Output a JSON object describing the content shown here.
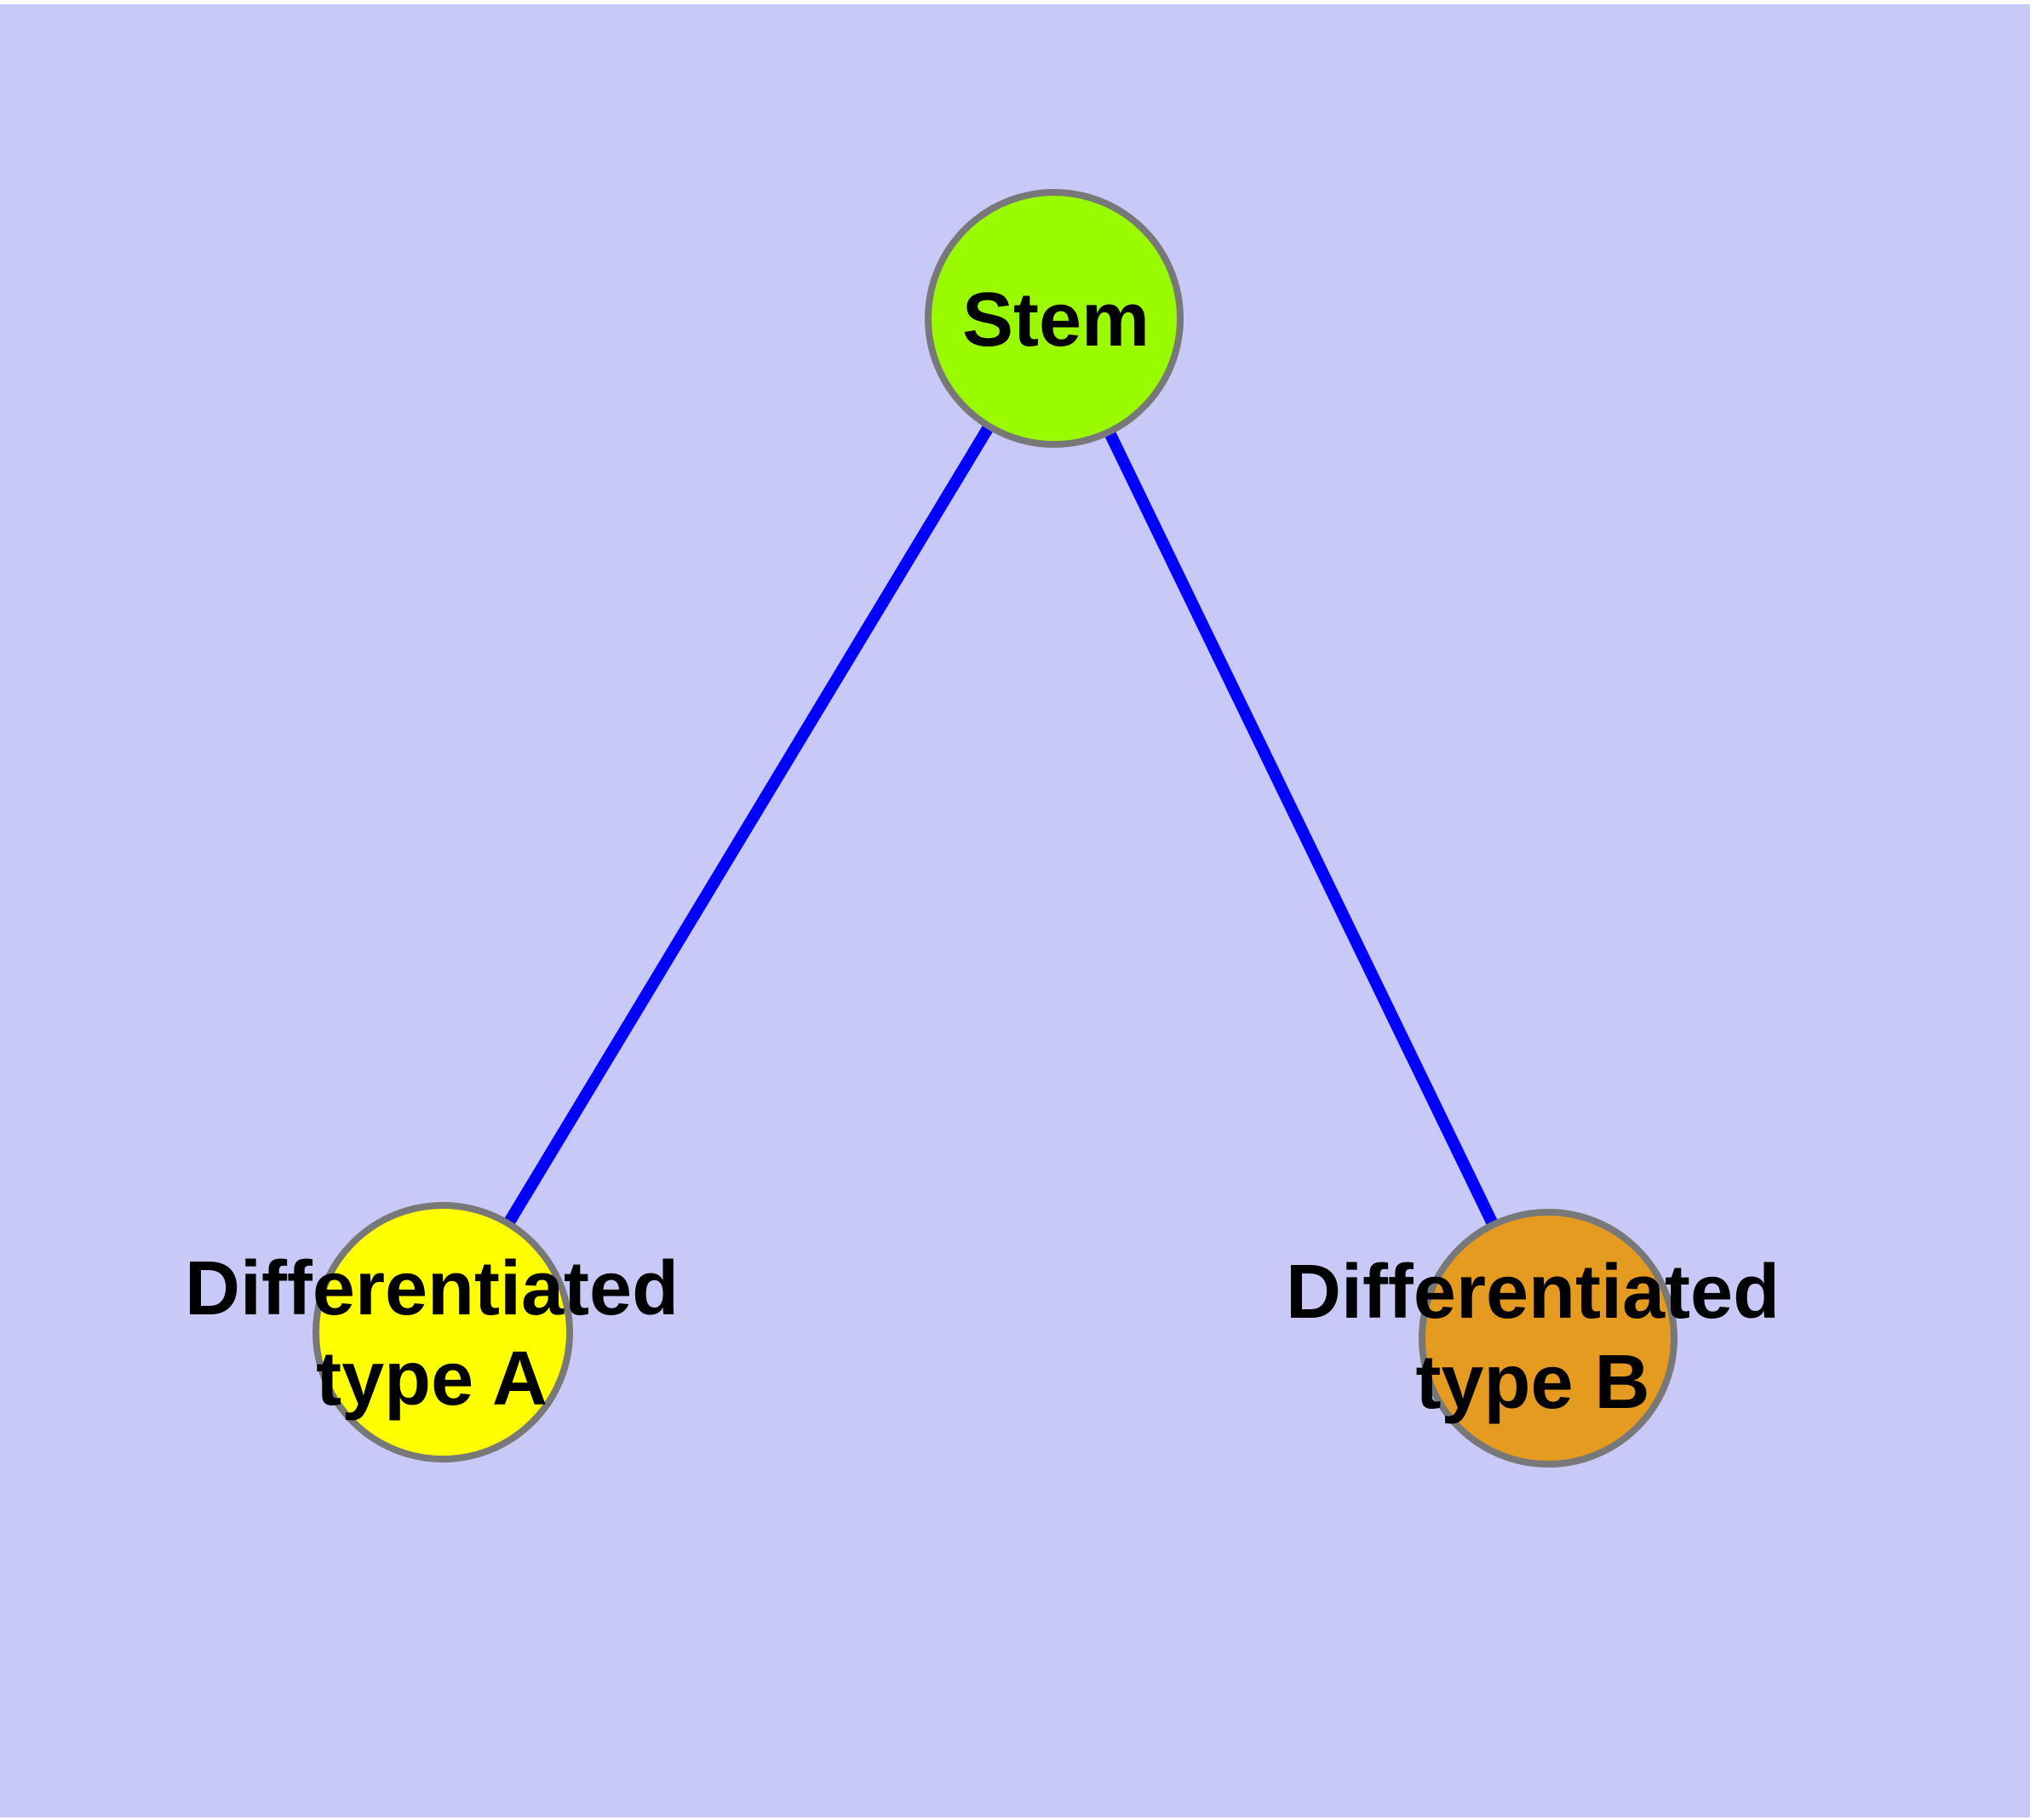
{
  "diagram": {
    "type": "graph",
    "description": "Stem cell differentiation tree diagram with one parent node and two child nodes",
    "colors": {
      "background": "#C9C9F8",
      "page_border": "#FFFFFF",
      "edge": "#0000FF",
      "node_border": "#787878",
      "label_text": "#000000"
    },
    "nodes": [
      {
        "id": "stem",
        "label": "Stem",
        "fill_color": "#9AFB00"
      },
      {
        "id": "differentiated-type-a",
        "label": "Differentiated\ntype A",
        "fill_color": "#FFFF00"
      },
      {
        "id": "differentiated-type-b",
        "label": "Differentiated\ntype B",
        "fill_color": "#E59A20"
      }
    ],
    "edges": [
      {
        "from": "stem",
        "to": "differentiated-type-a"
      },
      {
        "from": "stem",
        "to": "differentiated-type-b"
      }
    ]
  }
}
